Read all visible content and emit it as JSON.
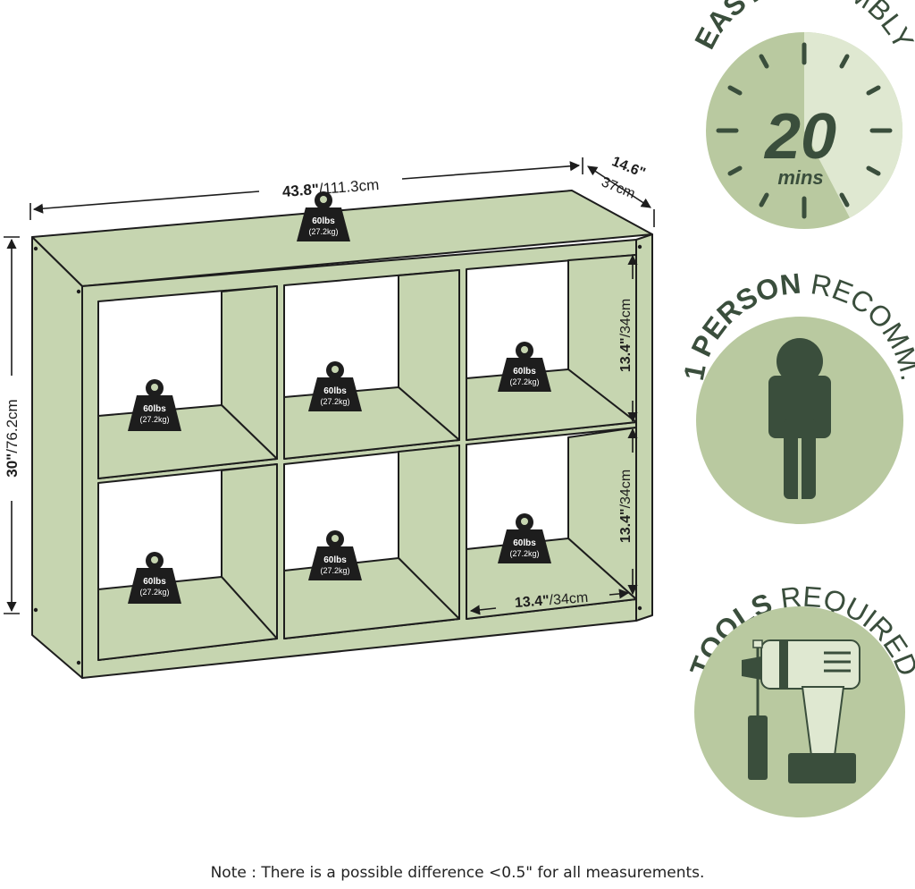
{
  "dimensions": {
    "width": {
      "bold": "43.8\"",
      "light": "/111.3cm"
    },
    "depth": {
      "bold": "14.6\"",
      "light": "37cm"
    },
    "height": {
      "bold": "30\"",
      "light": "/76.2cm"
    },
    "cube_height_top": {
      "bold": "13.4\"",
      "light": "/34cm"
    },
    "cube_height_bottom": {
      "bold": "13.4\"",
      "light": "/34cm"
    },
    "cube_width": {
      "bold": "13.4\"",
      "light": "/34cm"
    }
  },
  "weight_badge": {
    "lbs": "60lbs",
    "kg": "(27.2kg)"
  },
  "features": [
    {
      "bold": "EASY",
      "light": " ASSEMBLY",
      "time_value": "20",
      "time_unit": "mins",
      "icon": "clock-icon"
    },
    {
      "bold": "1 PERSON",
      "light": " RECOMM.",
      "icon": "person-icon"
    },
    {
      "bold": "TOOLS",
      "light": " REQUIRED",
      "icon": "drill-screwdriver-icon"
    }
  ],
  "note": "Note : There is a possible difference <0.5\" for all measurements.",
  "colors": {
    "shelf": "#c6d5b0",
    "badge_bg": "#b9c9a0",
    "dark_green": "#3a4e3c",
    "light_green": "#dfe8d1",
    "outline": "#1d1d1d"
  }
}
